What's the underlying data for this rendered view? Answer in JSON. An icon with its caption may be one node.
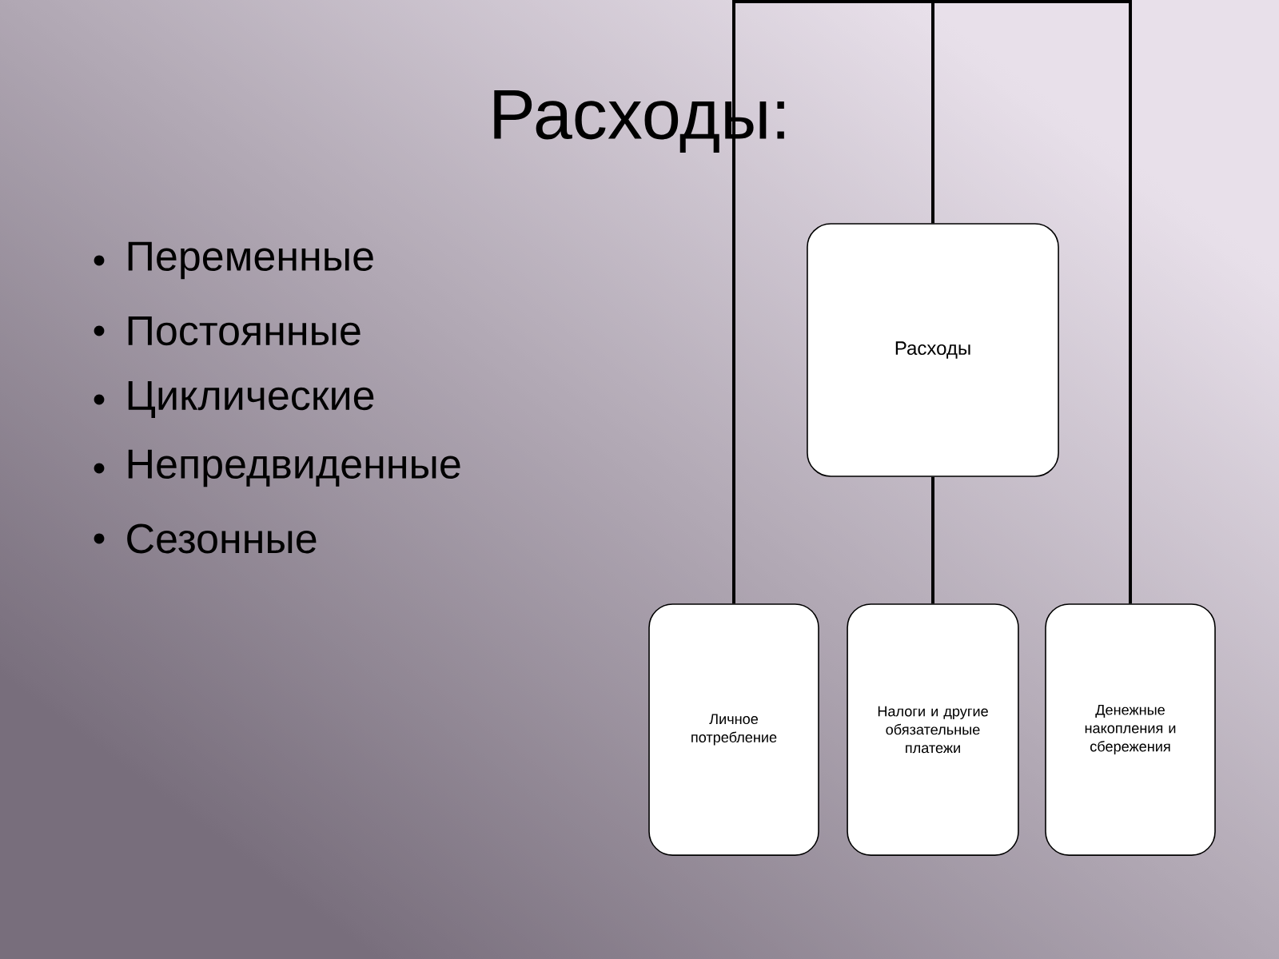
{
  "diagram": {
    "title": "Расходы:",
    "nodes": [
      {
        "text": [
          "Расходы"
        ]
      },
      {
        "text": [
          "Личное потребление"
        ]
      },
      {
        "text": [
          "Налоги и другие обязательные платежи"
        ]
      },
      {
        "text": [
          "Денежные накопления и сбережения"
        ]
      }
    ],
    "edges": [
      {
        "from": 0,
        "to": 1,
        "arrow": "none"
      },
      {
        "from": 0,
        "to": 2,
        "arrow": "none"
      },
      {
        "from": 0,
        "to": 3,
        "arrow": "none"
      }
    ],
    "labels": [
      "Переменные",
      "Постоянные",
      "Циклические",
      "Непредвиденные",
      "Сезонные"
    ]
  }
}
